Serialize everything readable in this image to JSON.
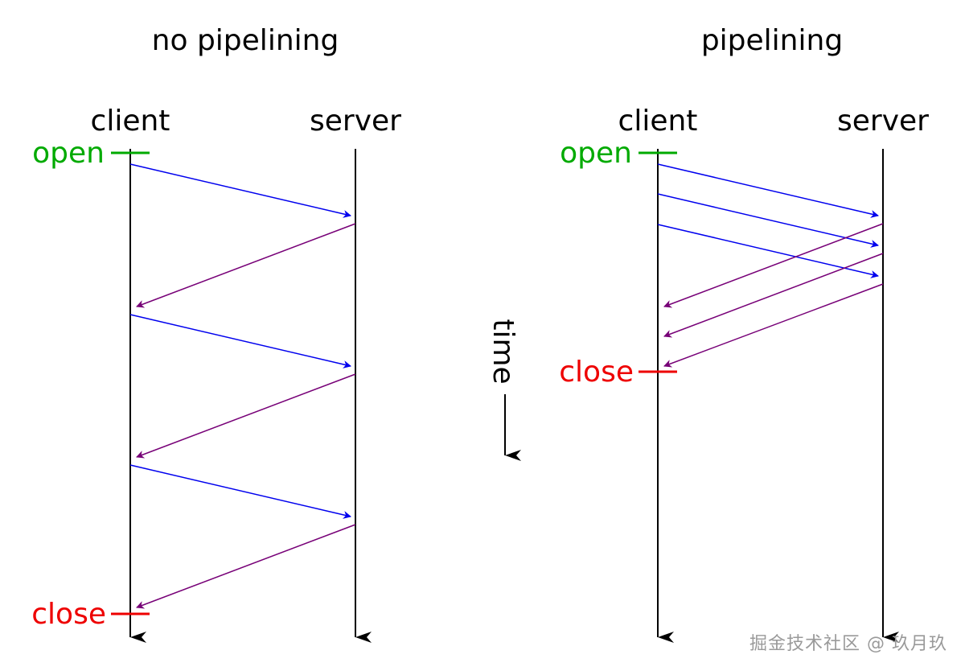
{
  "colors": {
    "request": "#0000ee",
    "response": "#770077",
    "open": "#00aa00",
    "close": "#ee0000",
    "lifeline": "#000000"
  },
  "panels": {
    "left": {
      "title": "no pipelining",
      "client_label": "client",
      "server_label": "server",
      "open_label": "open",
      "close_label": "close"
    },
    "right": {
      "title": "pipelining",
      "client_label": "client",
      "server_label": "server",
      "open_label": "open",
      "close_label": "close"
    }
  },
  "time_label": "time",
  "watermark": "掘金技术社区 @ 玖月玖"
}
